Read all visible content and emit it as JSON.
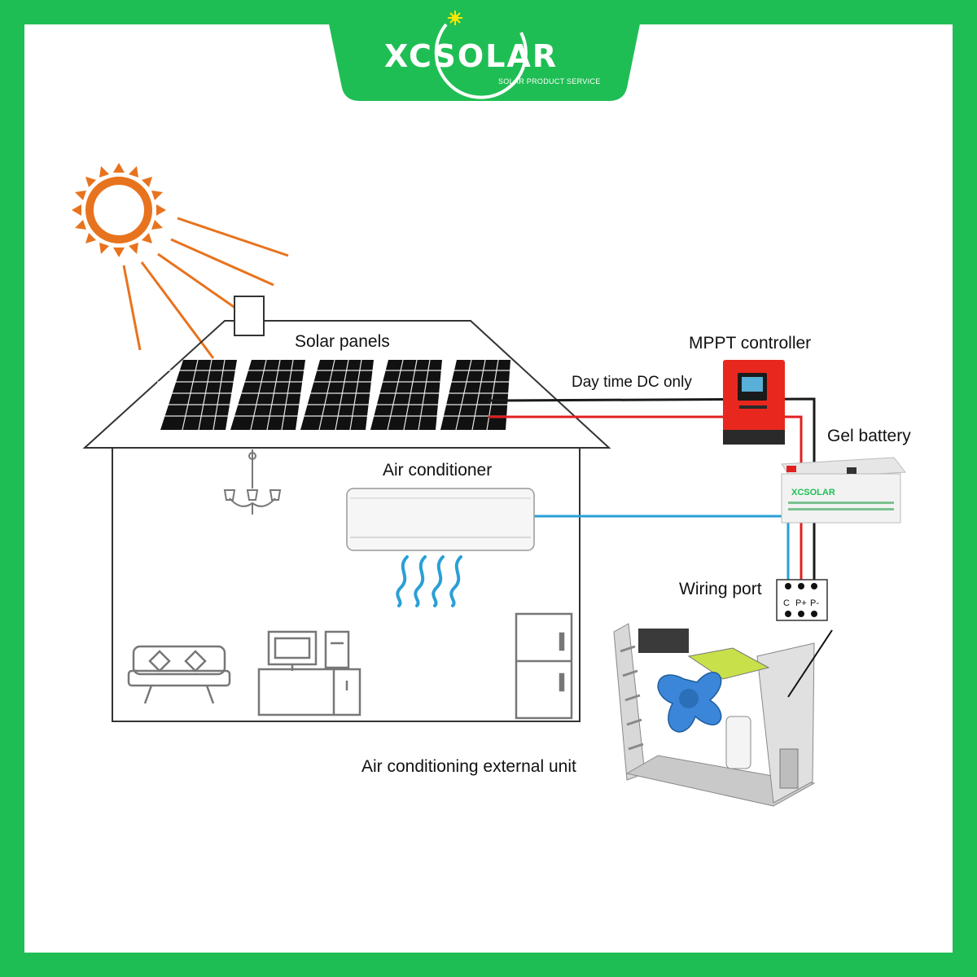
{
  "brand": {
    "name": "XCSOLAR",
    "tagline": "SOLAR PRODUCT SERVICE",
    "frame_color": "#1fbe54"
  },
  "diagram": {
    "labels": {
      "solar_panels": "Solar panels",
      "mppt_controller": "MPPT controller",
      "day_time": "Day time DC only",
      "gel_battery": "Gel battery",
      "air_conditioner": "Air conditioner",
      "wiring_port": "Wiring port",
      "external_unit": "Air conditioning external unit"
    },
    "wiring_port_terminals": [
      "C",
      "P+",
      "P-"
    ],
    "battery_brand": "XCSOLAR",
    "colors": {
      "positive_wire": "#e02020",
      "negative_wire": "#1a1a1a",
      "signal_wire": "#2a9fd6",
      "sun": "#e8731e",
      "controller": "#e8281e"
    },
    "icons": [
      "sun-icon",
      "solar-panel-icon",
      "chandelier-icon",
      "sofa-icon",
      "computer-desk-icon",
      "refrigerator-icon",
      "airflow-icon",
      "outdoor-unit-icon"
    ]
  }
}
